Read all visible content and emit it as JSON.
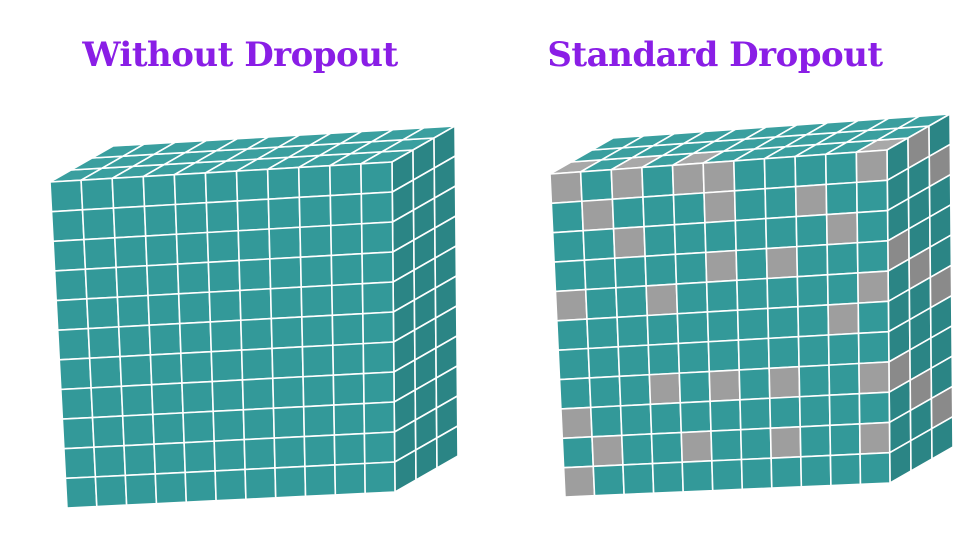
{
  "panels": [
    {
      "title": "Without Dropout",
      "dropped_cells": []
    },
    {
      "title": "Standard Dropout",
      "dropped_cells": [
        [
          0,
          0
        ],
        [
          0,
          2
        ],
        [
          0,
          4
        ],
        [
          0,
          5
        ],
        [
          0,
          10
        ],
        [
          1,
          1
        ],
        [
          1,
          5
        ],
        [
          1,
          8
        ],
        [
          2,
          2
        ],
        [
          2,
          9
        ],
        [
          3,
          5
        ],
        [
          3,
          7
        ],
        [
          4,
          0
        ],
        [
          4,
          3
        ],
        [
          4,
          10
        ],
        [
          5,
          9
        ],
        [
          7,
          3
        ],
        [
          7,
          5
        ],
        [
          7,
          7
        ],
        [
          7,
          10
        ],
        [
          8,
          0
        ],
        [
          9,
          1
        ],
        [
          9,
          4
        ],
        [
          9,
          7
        ],
        [
          9,
          10
        ],
        [
          10,
          0
        ]
      ]
    }
  ],
  "grid": {
    "rows": 11,
    "cols": 11,
    "depth_cols": 3
  },
  "colors": {
    "title": "#8a1ee6",
    "cell": "#339999",
    "cell_top": "#3a9f9f",
    "cell_side": "#2b8585",
    "dropped": "#9e9e9e",
    "dropped_top": "#a8a8a8",
    "dropped_side": "#8a8a8a",
    "grid_line": "#ffffff"
  }
}
